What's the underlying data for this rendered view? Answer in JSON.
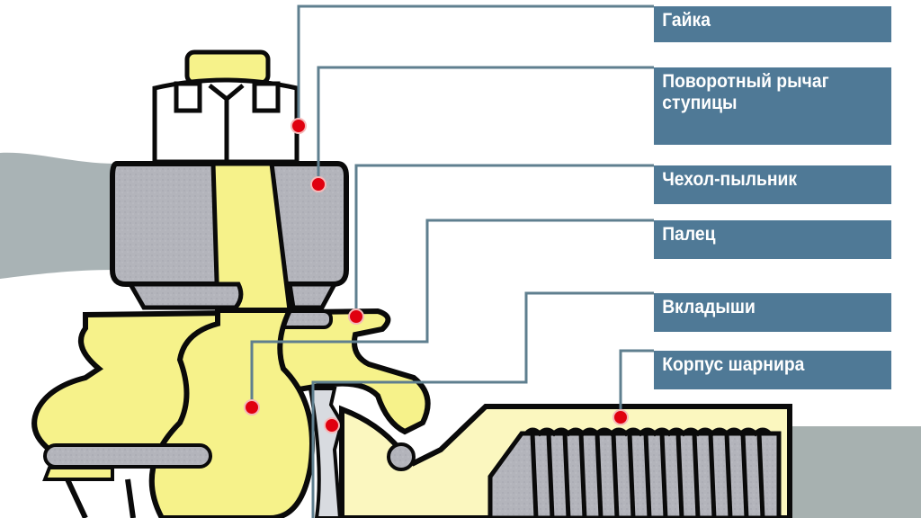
{
  "diagram": {
    "subject": "Ball joint cross-section",
    "colors": {
      "label_bg": "#4f7996",
      "label_text": "#ffffff",
      "leader_line": "#5f7f8f",
      "marker": "#e0000f",
      "metal_grey": "#b3b4bb",
      "body_yellow": "#f6f28a",
      "housing_yellow": "#fbf7bf",
      "outline": "#0a0a0a",
      "rod_grey": "#a9b3b3"
    },
    "labels": [
      {
        "id": "nut",
        "text": "Гайка"
      },
      {
        "id": "steering-arm",
        "text": "Поворотный рычаг ступицы"
      },
      {
        "id": "dust-boot",
        "text": "Чехол-пыльник"
      },
      {
        "id": "ball-pin",
        "text": "Палец"
      },
      {
        "id": "liners",
        "text": "Вкладыши"
      },
      {
        "id": "joint-housing",
        "text": "Корпус шарнира"
      }
    ]
  }
}
